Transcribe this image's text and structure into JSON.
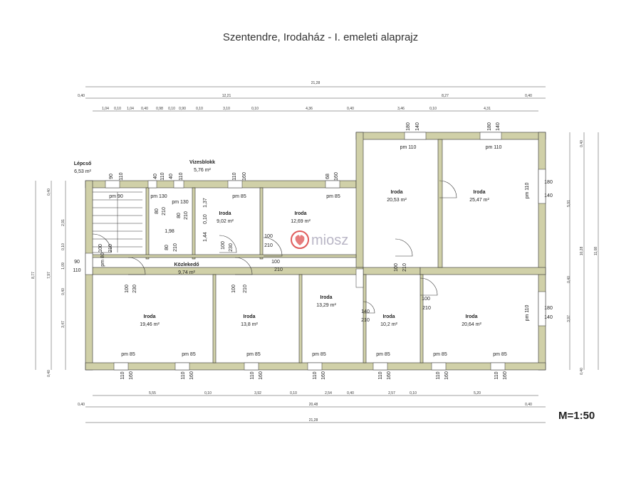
{
  "title": "Szentendre, Irodaház - I. emeleti alaprajz",
  "scale": "M=1:50",
  "logo_text": "miosz",
  "colors": {
    "wall": "#d0d0a8",
    "wall_stroke": "#333333",
    "logo": "#e05b5b"
  },
  "dims_top": [
    {
      "t": "21,28"
    },
    {
      "t": "0,40"
    },
    {
      "t": "12,21"
    },
    {
      "t": "8,27"
    },
    {
      "t": "0,40"
    },
    {
      "t": "1,04"
    },
    {
      "t": "0,10"
    },
    {
      "t": "1,04"
    },
    {
      "t": "0,40"
    },
    {
      "t": "0,98"
    },
    {
      "t": "0,10"
    },
    {
      "t": "0,90"
    },
    {
      "t": "0,10"
    },
    {
      "t": "3,10"
    },
    {
      "t": "0,10"
    },
    {
      "t": "4,36"
    },
    {
      "t": "0,40"
    },
    {
      "t": "3,46"
    },
    {
      "t": "0,10"
    },
    {
      "t": "4,31"
    }
  ],
  "dims_bottom": [
    {
      "t": "5,55"
    },
    {
      "t": "0,10"
    },
    {
      "t": "3,92"
    },
    {
      "t": "0,10"
    },
    {
      "t": "2,54"
    },
    {
      "t": "0,40"
    },
    {
      "t": "2,57"
    },
    {
      "t": "0,10"
    },
    {
      "t": "5,20"
    },
    {
      "t": "0,40"
    },
    {
      "t": "20,48"
    },
    {
      "t": "0,40"
    },
    {
      "t": "21,28"
    }
  ],
  "dims_left": [
    {
      "t": "8,77"
    },
    {
      "t": "7,97"
    },
    {
      "t": "0,40"
    },
    {
      "t": "2,91"
    },
    {
      "t": "0,10"
    },
    {
      "t": "1,09"
    },
    {
      "t": "0,40"
    },
    {
      "t": "3,47"
    },
    {
      "t": "0,40"
    }
  ],
  "dims_right": [
    {
      "t": "11,08"
    },
    {
      "t": "10,28"
    },
    {
      "t": "0,40"
    },
    {
      "t": "5,91"
    },
    {
      "t": "0,40"
    },
    {
      "t": "3,97"
    },
    {
      "t": "0,40"
    }
  ],
  "rooms": [
    {
      "name": "Lépcső",
      "area": "6,53 m²"
    },
    {
      "name": "Vizesblokk",
      "area": "5,76 m²"
    },
    {
      "name": "Iroda",
      "area": "9,02 m²"
    },
    {
      "name": "Iroda",
      "area": "12,69 m²"
    },
    {
      "name": "Iroda",
      "area": "20,53 m²"
    },
    {
      "name": "Iroda",
      "area": "25,47 m²"
    },
    {
      "name": "Közlekedő",
      "area": "9,74 m²"
    },
    {
      "name": "Iroda",
      "area": "13,29 m²"
    },
    {
      "name": "Iroda",
      "area": "19,46 m²"
    },
    {
      "name": "Iroda",
      "area": "13,8 m²"
    },
    {
      "name": "Iroda",
      "area": "10,2 m²"
    },
    {
      "name": "Iroda",
      "area": "20,64 m²"
    }
  ],
  "labels": [
    "90",
    "110",
    "40",
    "110",
    "40",
    "110",
    "110",
    "160",
    "68",
    "160",
    "pm 90",
    "pm 130",
    "pm 130",
    "pm 85",
    "pm 85",
    "180",
    "140",
    "180",
    "140",
    "pm 110",
    "pm 110",
    "180",
    "140",
    "pm 110",
    "180",
    "140",
    "pm 110",
    "1,37",
    "0,10",
    "1,44",
    "1,98",
    "80",
    "210",
    "80",
    "210",
    "80",
    "210",
    "100",
    "210",
    "100",
    "230",
    "100",
    "210",
    "100",
    "210",
    "90",
    "110",
    "pm 80",
    "100",
    "230",
    "100",
    "210",
    "100",
    "210",
    "100",
    "210",
    "140",
    "210",
    "pm 85",
    "pm 85",
    "pm 85",
    "pm 85",
    "pm 85",
    "pm 85",
    "pm 85",
    "110",
    "160",
    "110",
    "160",
    "110",
    "160",
    "110",
    "160",
    "110",
    "160",
    "110",
    "160",
    "110",
    "160"
  ]
}
